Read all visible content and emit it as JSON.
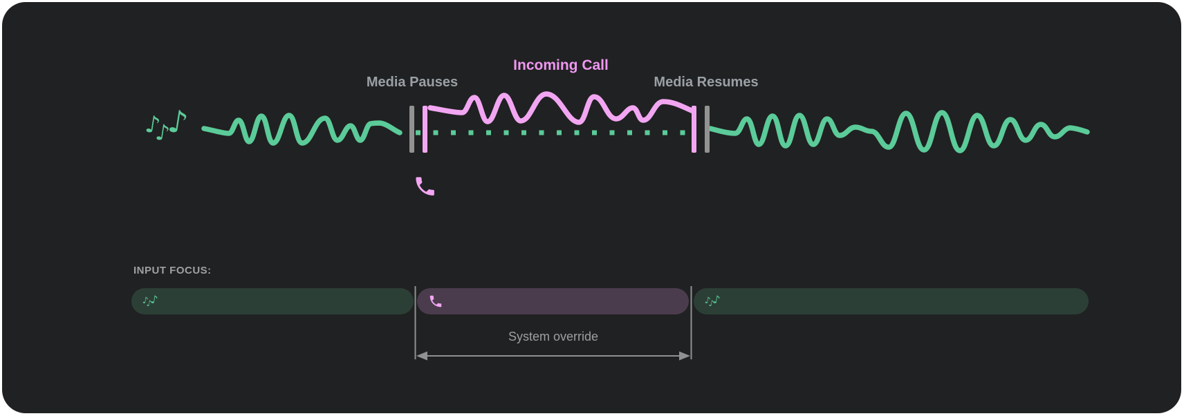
{
  "colors": {
    "page_bg": "#ffffff",
    "canvas_bg": "#202122",
    "media_green": "#5bcb99",
    "media_green_muted": "#2c3f36",
    "call_pink": "#f2a6f2",
    "call_pink_text": "#ef97f1",
    "call_purple_muted": "#4b3c4d",
    "label_gray": "#9aa0a6",
    "marker_gray": "#929292"
  },
  "timeline": {
    "media_pauses_label": "Media Pauses",
    "incoming_call_label": "Incoming Call",
    "media_resumes_label": "Media Resumes"
  },
  "focus_row": {
    "heading": "INPUT FOCUS:",
    "system_override_label": "System override",
    "segments": [
      {
        "name": "media-before-call",
        "icon": "music-notes-icon",
        "color": "#2c3f36"
      },
      {
        "name": "incoming-call",
        "icon": "phone-icon",
        "color": "#4b3c4d"
      },
      {
        "name": "media-after-call",
        "icon": "music-notes-icon",
        "color": "#2c3f36"
      }
    ]
  },
  "icons": {
    "music_note_glyph": "♪"
  }
}
